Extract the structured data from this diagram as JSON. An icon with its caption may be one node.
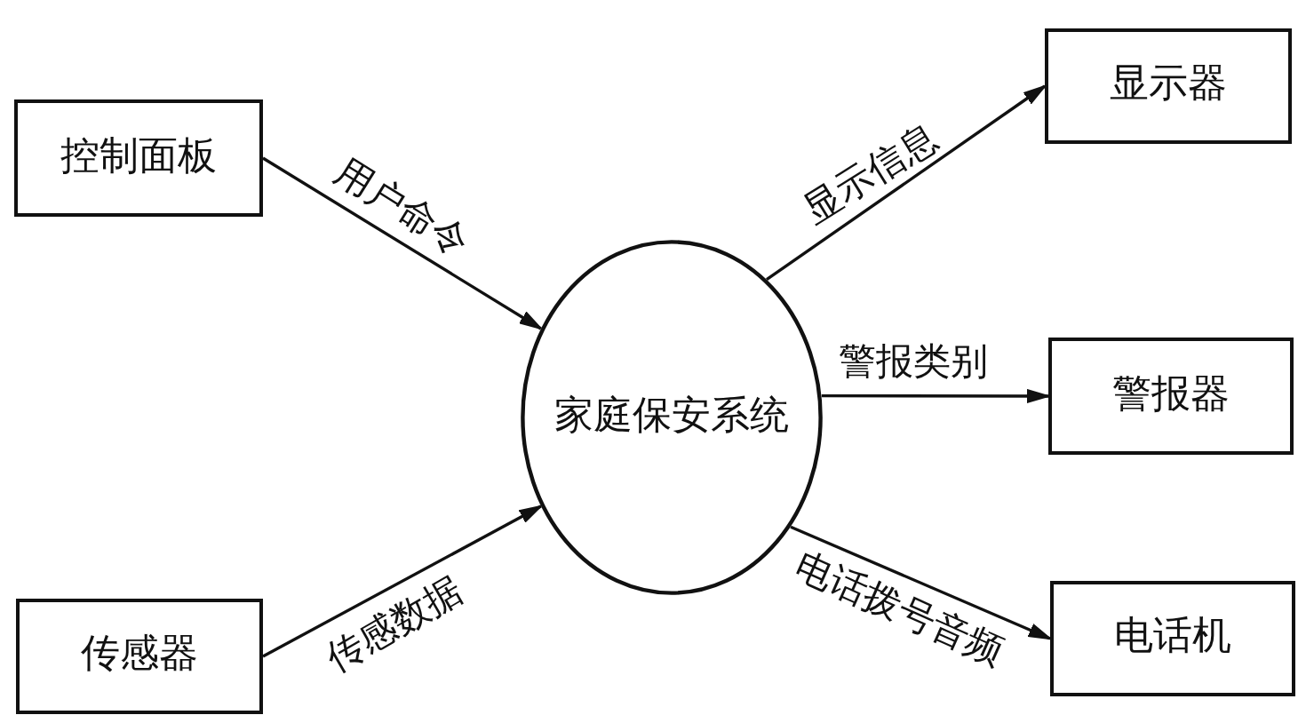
{
  "diagram": {
    "nodes": [
      {
        "text": [
          "控制面板"
        ]
      },
      {
        "text": [
          "传感器"
        ]
      },
      {
        "text": [
          "家庭保安系统"
        ]
      },
      {
        "text": [
          "显示器"
        ]
      },
      {
        "text": [
          "警报器"
        ]
      },
      {
        "text": [
          "电话机"
        ]
      }
    ],
    "edges": [
      {
        "from": 0,
        "to": 2,
        "arrow": "to",
        "label": "用户命令"
      },
      {
        "from": 1,
        "to": 2,
        "arrow": "to",
        "label": "传感数据"
      },
      {
        "from": 2,
        "to": 3,
        "arrow": "to",
        "label": "显示信息"
      },
      {
        "from": 2,
        "to": 4,
        "arrow": "to",
        "label": "警报类别"
      },
      {
        "from": 2,
        "to": 5,
        "arrow": "to",
        "label": "电话拨号音频"
      }
    ]
  }
}
